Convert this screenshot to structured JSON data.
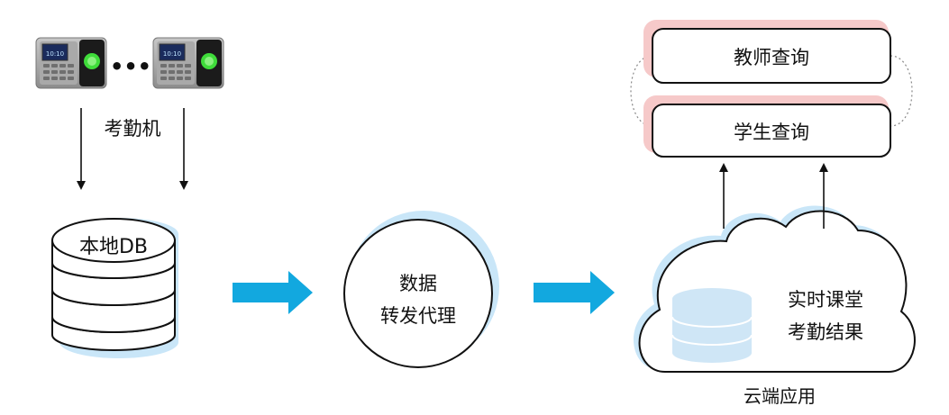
{
  "attendance_machines": {
    "label": "考勤机",
    "ellipsis": "•••",
    "screen_text": "10:10",
    "icon": "fingerprint-attendance-terminal"
  },
  "local_db": {
    "label": "本地DB",
    "icon": "database-stack"
  },
  "proxy": {
    "line1": "数据",
    "line2": "转发代理"
  },
  "cloud": {
    "line1": "实时课堂",
    "line2": "考勤结果",
    "caption": "云端应用",
    "icon": "cloud-database"
  },
  "queries": {
    "teacher": "教师查询",
    "student": "学生查询"
  },
  "colors": {
    "flow_arrow": "#12a8df",
    "halo_blue": "#c9e6f8",
    "halo_pink": "#f6c9c9",
    "stroke": "#111111"
  }
}
